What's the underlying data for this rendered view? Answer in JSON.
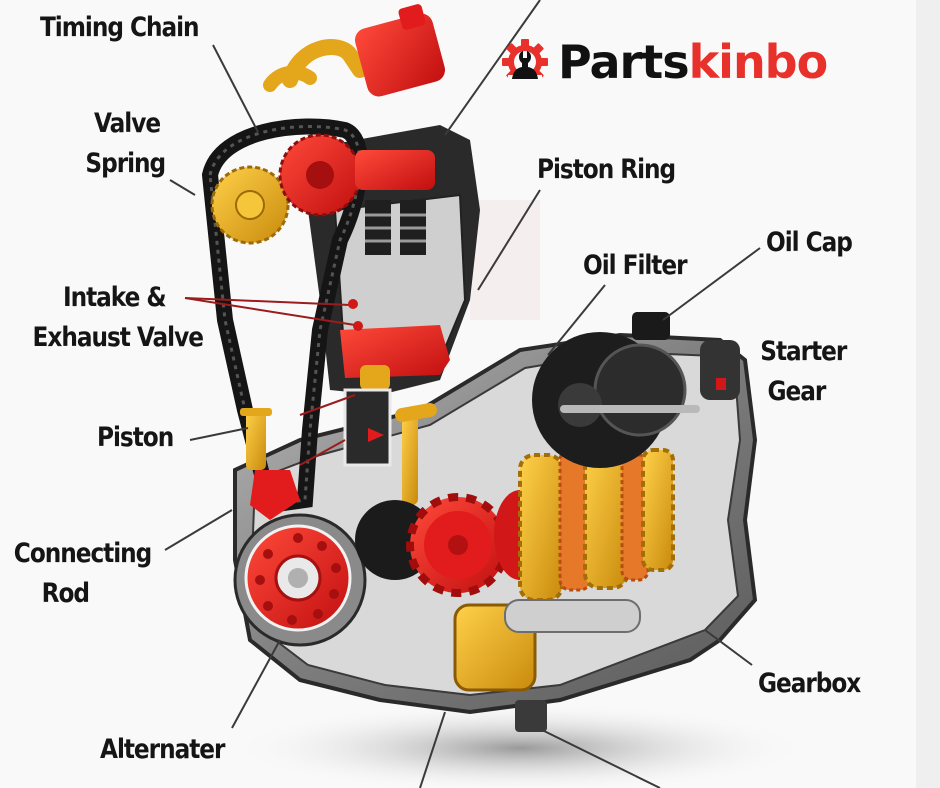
{
  "brand": {
    "name_part1": "Parts",
    "name_part2": "kinbo",
    "icon": "gear-wrench-icon",
    "colors": {
      "primary": "#e8312b",
      "dark": "#111111"
    }
  },
  "diagram": {
    "subject": "Motorcycle engine cutaway",
    "labels": [
      {
        "id": "timing-chain",
        "line1": "Timing Chain",
        "line2": ""
      },
      {
        "id": "valve-spring",
        "line1": "Valve",
        "line2": "Spring"
      },
      {
        "id": "intake-exhaust-valve",
        "line1": "Intake &",
        "line2": "Exhaust Valve"
      },
      {
        "id": "piston",
        "line1": "Piston",
        "line2": ""
      },
      {
        "id": "connecting-rod",
        "line1": "Connecting",
        "line2": "Rod"
      },
      {
        "id": "alternater",
        "line1": "Alternater",
        "line2": ""
      },
      {
        "id": "piston-ring",
        "line1": "Piston Ring",
        "line2": ""
      },
      {
        "id": "oil-filter",
        "line1": "Oil Filter",
        "line2": ""
      },
      {
        "id": "oil-cap",
        "line1": "Oil Cap",
        "line2": ""
      },
      {
        "id": "starter-gear",
        "line1": "Starter",
        "line2": "Gear"
      },
      {
        "id": "gearbox",
        "line1": "Gearbox",
        "line2": ""
      }
    ],
    "colors": {
      "red_parts": "#e21c1c",
      "gold_parts": "#e4a61a",
      "black_parts": "#1a1a1a",
      "casing": "#8a8a8a",
      "leader_line": "#333333",
      "red_leader_line": "#9a1c1c"
    }
  }
}
